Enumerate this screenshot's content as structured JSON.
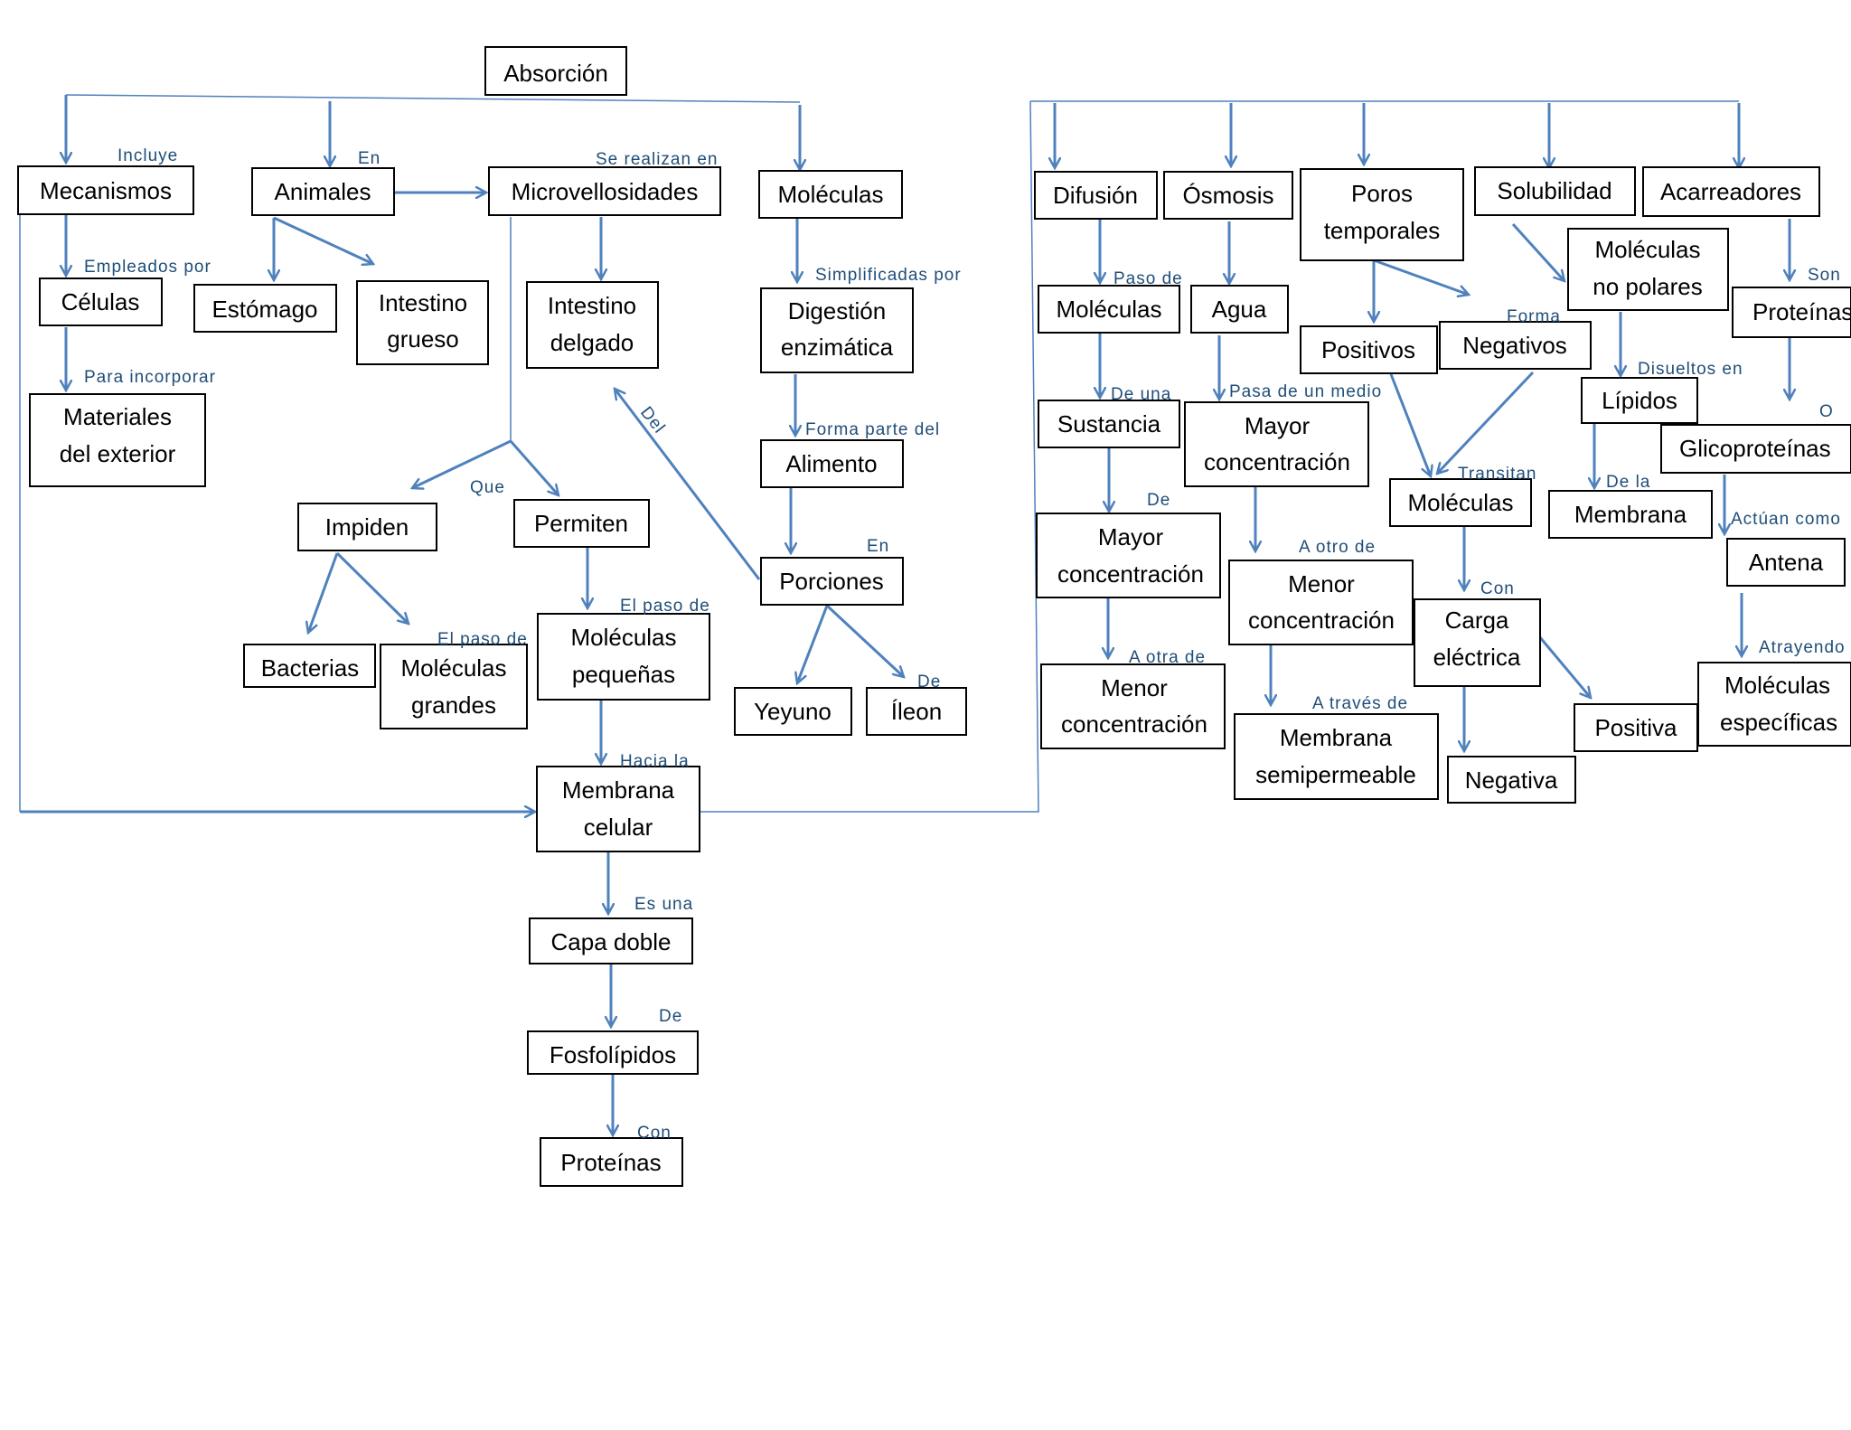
{
  "colors": {
    "line": "#4f81bd",
    "label": "#1f4e79",
    "box_border": "#000000"
  },
  "nodes": {
    "absorcion": [
      "Absorción"
    ],
    "mecanismos": [
      "Mecanismos"
    ],
    "animales": [
      "Animales"
    ],
    "microvellosidades": [
      "Microvellosidades"
    ],
    "moleculas_top": [
      "Moléculas"
    ],
    "celulas": [
      "Células"
    ],
    "estomago": [
      "Estómago"
    ],
    "intestino_grueso": [
      "Intestino",
      "grueso"
    ],
    "intestino_delgado": [
      "Intestino",
      "delgado"
    ],
    "digestion_enzimatica": [
      "Digestión",
      "enzimática"
    ],
    "materiales_exterior": [
      "Materiales",
      "del exterior"
    ],
    "alimento": [
      "Alimento"
    ],
    "impiden": [
      "Impiden"
    ],
    "permiten": [
      "Permiten"
    ],
    "porciones": [
      "Porciones"
    ],
    "bacterias": [
      "Bacterias"
    ],
    "moleculas_grandes": [
      "Moléculas",
      "grandes"
    ],
    "moleculas_pequenas": [
      "Moléculas",
      "pequeñas"
    ],
    "yeyuno": [
      "Yeyuno"
    ],
    "ileon": [
      "Íleon"
    ],
    "membrana_celular": [
      "Membrana",
      "celular"
    ],
    "capa_doble": [
      "Capa doble"
    ],
    "fosfolipidos": [
      "Fosfolípidos"
    ],
    "proteinas_bottom": [
      "Proteínas"
    ],
    "difusion": [
      "Difusión"
    ],
    "osmosis": [
      "Ósmosis"
    ],
    "poros_temporales": [
      "Poros",
      "temporales"
    ],
    "solubilidad": [
      "Solubilidad"
    ],
    "acarreadores": [
      "Acarreadores"
    ],
    "moleculas_difusion": [
      "Moléculas"
    ],
    "agua": [
      "Agua"
    ],
    "moleculas_no_polares": [
      "Moléculas",
      "no polares"
    ],
    "proteinas_right": [
      "Proteínas"
    ],
    "positivos": [
      "Positivos"
    ],
    "negativos": [
      "Negativos"
    ],
    "sustancia": [
      "Sustancia"
    ],
    "mayor_conc_osmosis": [
      "Mayor",
      "concentración"
    ],
    "lipidos": [
      "Lípidos"
    ],
    "glicoproteinas": [
      "Glicoproteínas"
    ],
    "moleculas_poros": [
      "Moléculas"
    ],
    "membrana_right": [
      "Membrana"
    ],
    "mayor_conc_difusion": [
      "Mayor",
      "concentración"
    ],
    "antena": [
      "Antena"
    ],
    "menor_conc_osmosis": [
      "Menor",
      "concentración"
    ],
    "carga_electrica": [
      "Carga",
      "eléctrica"
    ],
    "menor_conc_difusion": [
      "Menor",
      "concentración"
    ],
    "moleculas_especificas": [
      "Moléculas",
      "específicas"
    ],
    "positiva": [
      "Positiva"
    ],
    "membrana_semipermeable": [
      "Membrana",
      "semipermeable"
    ],
    "negativa": [
      "Negativa"
    ]
  },
  "edge_labels": {
    "incluye": "Incluye",
    "en_animales": "En",
    "se_realizan_en": "Se realizan en",
    "empleados_por": "Empleados por",
    "simplificadas_por": "Simplificadas por",
    "para_incorporar": "Para incorporar",
    "del": "Del",
    "forma_parte_del": "Forma parte del",
    "que": "Que",
    "en_porciones": "En",
    "el_paso_de_permiten": "El paso de",
    "el_paso_de_impiden": "El paso de",
    "de_ileon": "De",
    "hacia_la": "Hacia la",
    "es_una": "Es una",
    "de_fosfolipidos": "De",
    "con_proteinas": "Con",
    "paso_de": "Paso de",
    "son": "Son",
    "forma": "Forma",
    "disueltos_en": "Disueltos en",
    "de_una": "De una",
    "pasa_de_un_medio": "Pasa de un medio",
    "o": "O",
    "transitan": "Transitan",
    "de_la": "De la",
    "de_mayor": "De",
    "actuan_como": "Actúan como",
    "a_otro_de": "A otro de",
    "con_carga": "Con",
    "a_otra_de": "A otra de",
    "atrayendo": "Atrayendo",
    "a_traves_de": "A través de"
  }
}
